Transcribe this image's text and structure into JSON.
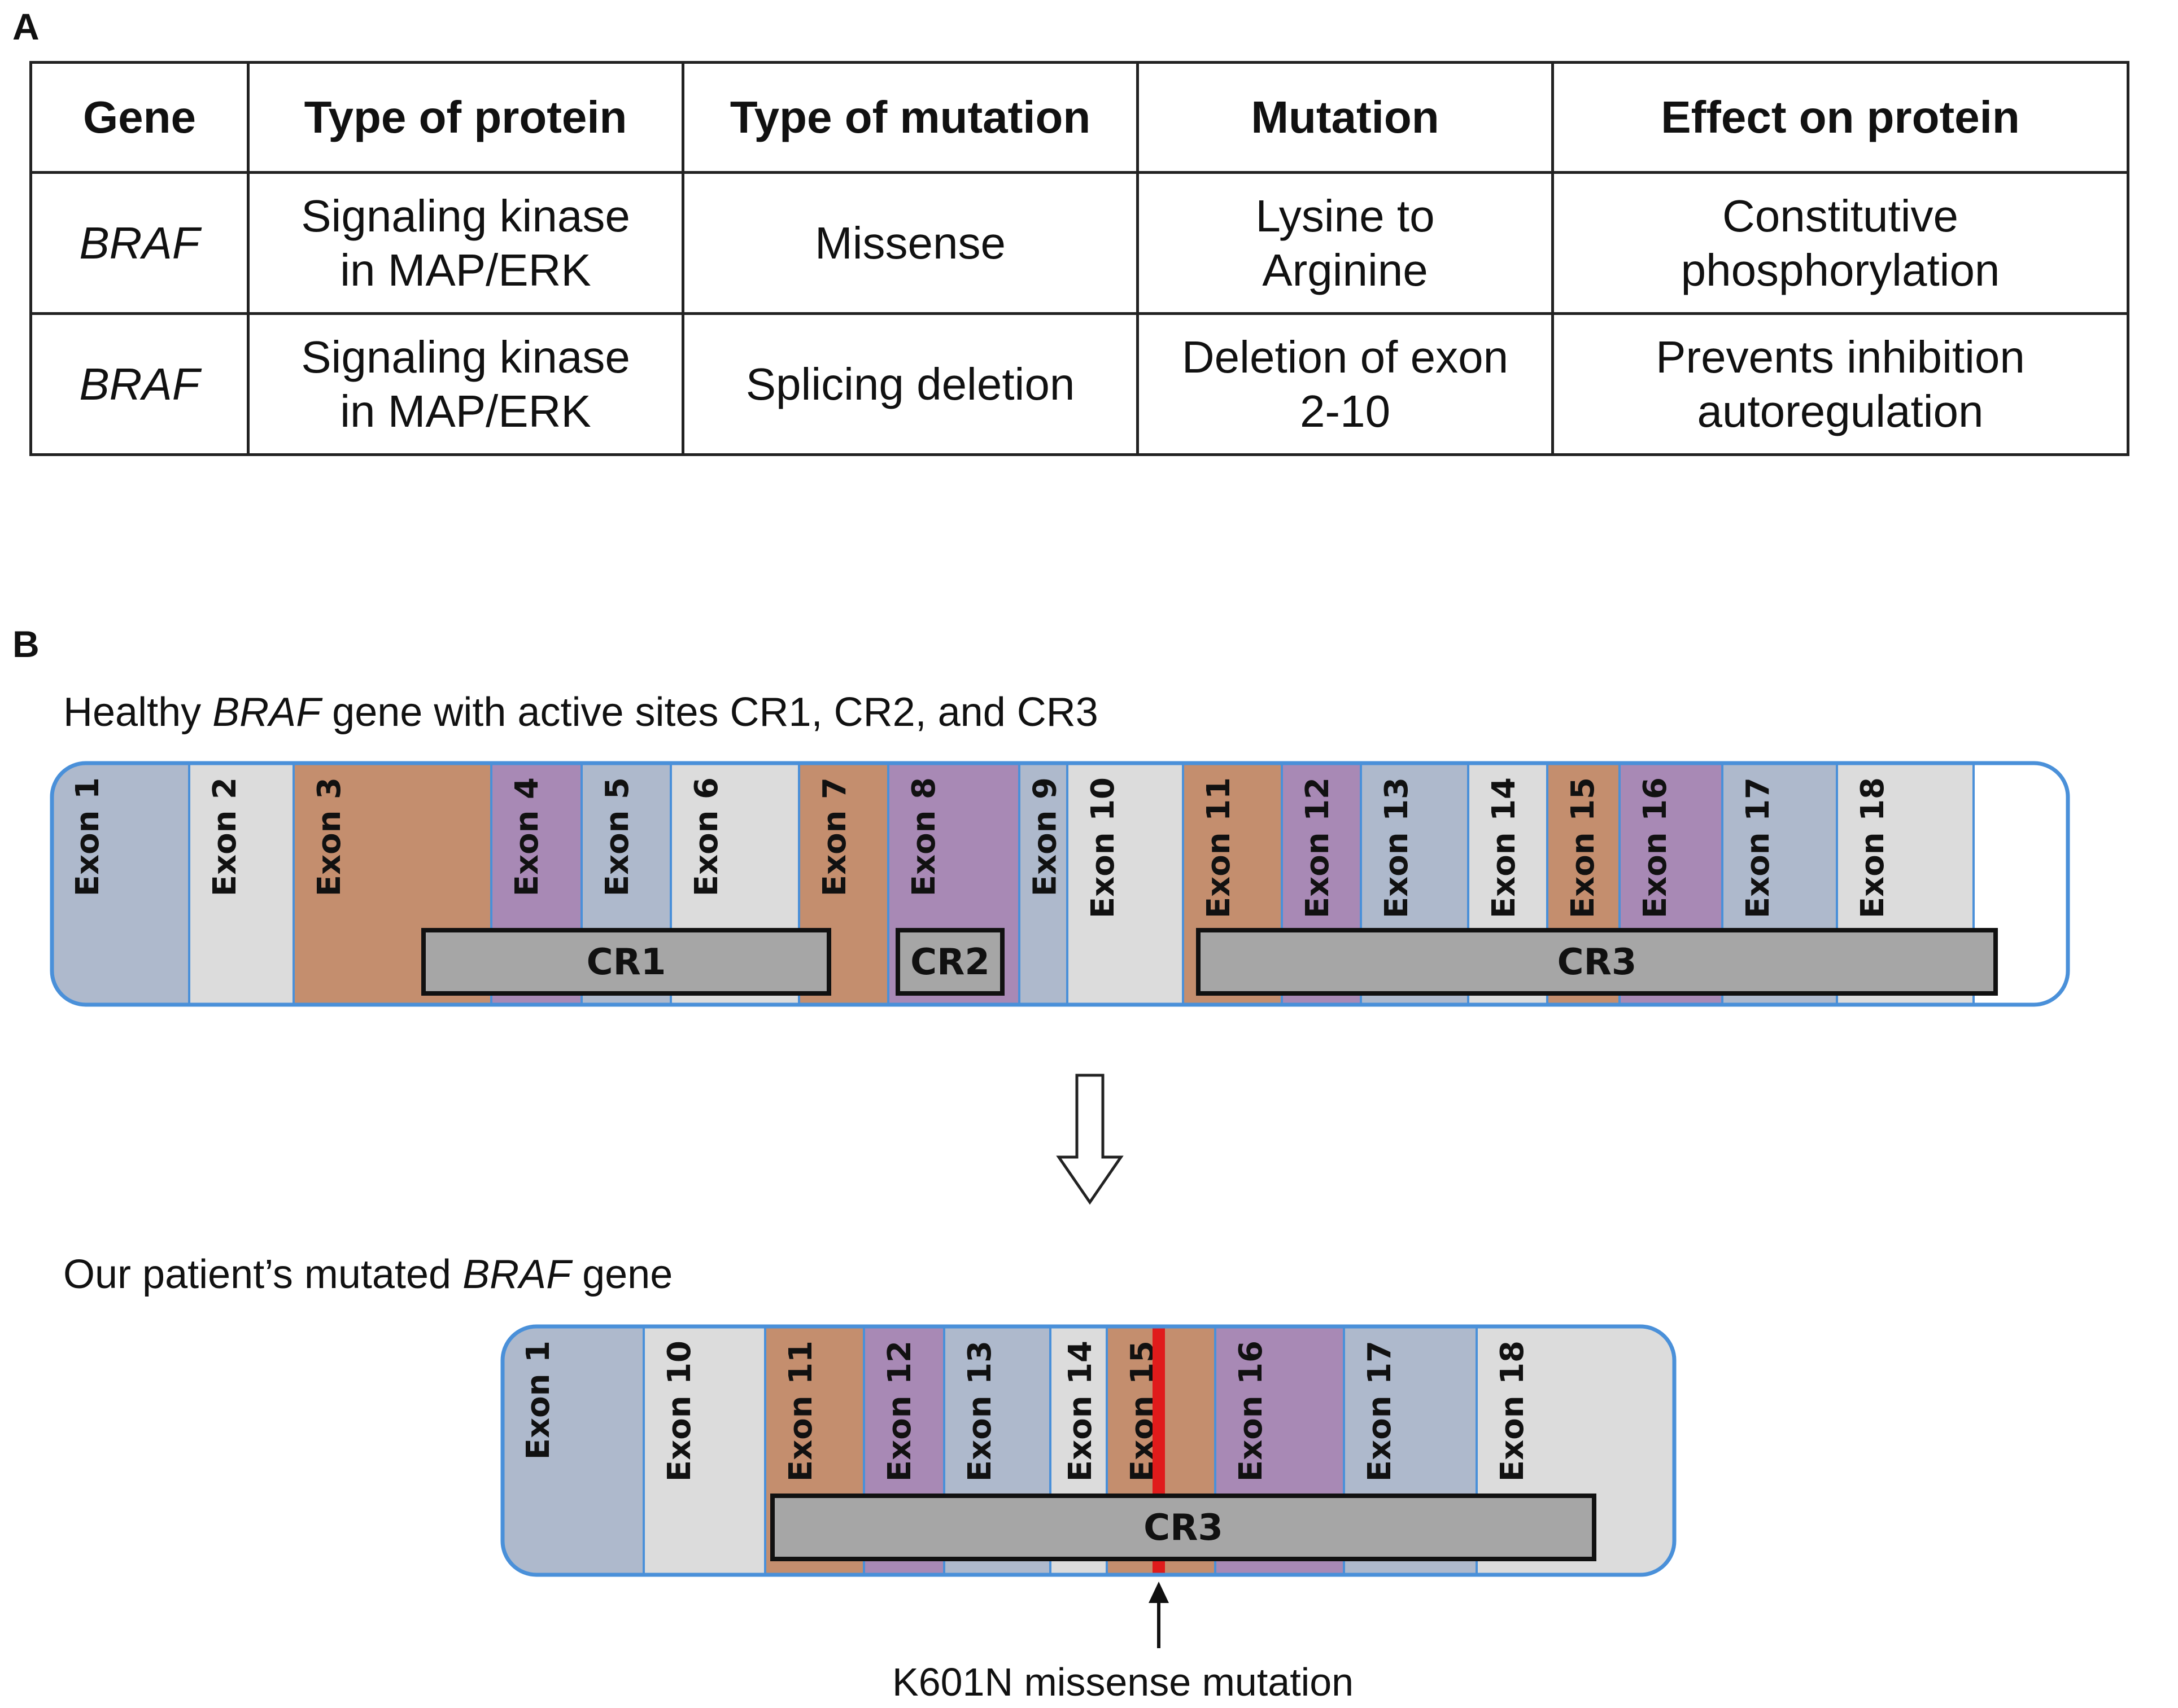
{
  "panel_a_label": "A",
  "panel_b_label": "B",
  "table": {
    "headers": [
      "Gene",
      "Type of protein",
      "Type of mutation",
      "Mutation",
      "Effect on protein"
    ],
    "rows": [
      [
        [
          "BRAF"
        ],
        [
          "Signaling kinase",
          "in MAP/ERK"
        ],
        [
          "Missense"
        ],
        [
          "Lysine to",
          "Arginine"
        ],
        [
          "Constitutive",
          "phosphorylation"
        ]
      ],
      [
        [
          "BRAF"
        ],
        [
          "Signaling kinase",
          "in MAP/ERK"
        ],
        [
          "Splicing deletion"
        ],
        [
          "Deletion of exon",
          "2-10"
        ],
        [
          "Prevents inhibition",
          "autoregulation"
        ]
      ]
    ]
  },
  "healthy": {
    "caption_pre": "Healthy ",
    "caption_gene": "BRAF",
    "caption_post": " gene with active sites CR1, CR2, and CR3",
    "exons": [
      {
        "label": "Exon 1",
        "color": "#aeb9cc"
      },
      {
        "label": "Exon 2",
        "color": "#dcdcdc"
      },
      {
        "label": "Exon 3",
        "color": "#c48e6e"
      },
      {
        "label": "Exon 4",
        "color": "#a889b5"
      },
      {
        "label": "Exon 5",
        "color": "#aeb9cc"
      },
      {
        "label": "Exon 6",
        "color": "#dcdcdc"
      },
      {
        "label": "Exon 7",
        "color": "#c48e6e"
      },
      {
        "label": "Exon 8",
        "color": "#a889b5"
      },
      {
        "label": "Exon 9",
        "color": "#aeb9cc"
      },
      {
        "label": "Exon 10",
        "color": "#dcdcdc"
      },
      {
        "label": "Exon 11",
        "color": "#c48e6e"
      },
      {
        "label": "Exon 12",
        "color": "#a889b5"
      },
      {
        "label": "Exon 13",
        "color": "#aeb9cc"
      },
      {
        "label": "Exon 14",
        "color": "#dcdcdc"
      },
      {
        "label": "Exon 15",
        "color": "#c48e6e"
      },
      {
        "label": "Exon 16",
        "color": "#a889b5"
      },
      {
        "label": "Exon 17",
        "color": "#aeb9cc"
      },
      {
        "label": "Exon 18",
        "color": "#dcdcdc"
      }
    ],
    "domains": [
      "CR1",
      "CR2",
      "CR3"
    ]
  },
  "mutated": {
    "caption_pre": "Our patient’s mutated ",
    "caption_gene": "BRAF",
    "caption_post": " gene",
    "exons": [
      {
        "label": "Exon 1",
        "color": "#aeb9cc"
      },
      {
        "label": "Exon 10",
        "color": "#dcdcdc"
      },
      {
        "label": "Exon 11",
        "color": "#c48e6e"
      },
      {
        "label": "Exon 12",
        "color": "#a889b5"
      },
      {
        "label": "Exon 13",
        "color": "#aeb9cc"
      },
      {
        "label": "Exon 14",
        "color": "#dcdcdc"
      },
      {
        "label": "Exon 15",
        "color": "#c48e6e"
      },
      {
        "label": "Exon 16",
        "color": "#a889b5"
      },
      {
        "label": "Exon 17",
        "color": "#aeb9cc"
      },
      {
        "label": "Exon 18",
        "color": "#dcdcdc"
      }
    ],
    "domains": [
      "CR3"
    ],
    "mutation_label": "K601N missense mutation",
    "mutation_color": "#e01b1b"
  },
  "colors": {
    "outline_blue": "#4a90d9",
    "domain_fill": "#a6a6a6",
    "domain_stroke": "#111111"
  }
}
